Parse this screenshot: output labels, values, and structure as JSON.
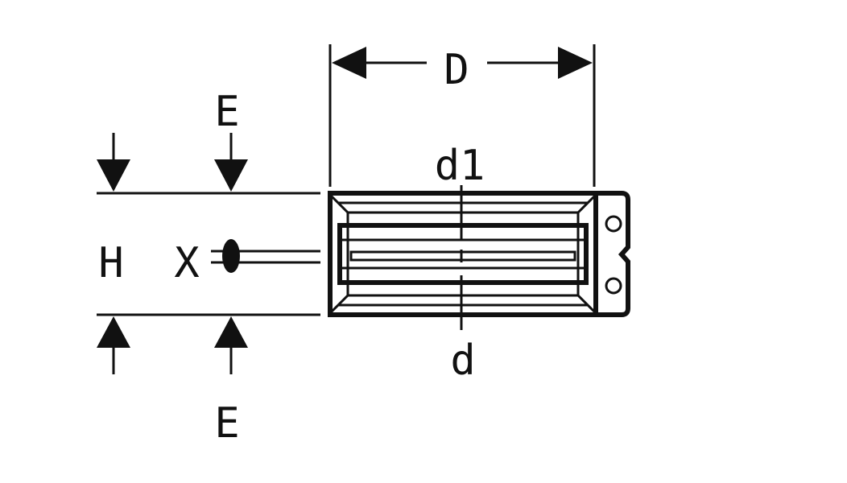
{
  "labels": {
    "D": "D",
    "E_top": "E",
    "E_bottom": "E",
    "H": "H",
    "X": "X",
    "d1": "d1",
    "d": "d"
  },
  "colors": {
    "line": "#111111",
    "background": "#ffffff"
  }
}
